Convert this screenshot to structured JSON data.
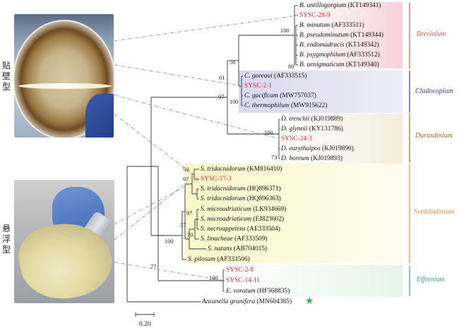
{
  "colors": {
    "breviolum": "#e2545a",
    "cladocopium": "#3f3aa0",
    "durusdinium": "#9c6a14",
    "symbiodinium": "#ec8d4a",
    "effrenium": "#37a387",
    "isolate": "#d6262f",
    "branch": "#333333",
    "star": "#3cb043"
  },
  "photo_labels": {
    "top": "贴壁型",
    "bottom": "悬浮型"
  },
  "taxa": [
    {
      "name": "B. antillogorgium",
      "acc": "(KT149341)",
      "isolate": false
    },
    {
      "name": "SYSC-28-9",
      "acc": "",
      "isolate": true
    },
    {
      "name": "B. minutum",
      "acc": "(AF333511)",
      "isolate": false
    },
    {
      "name": "B. pseudominutum",
      "acc": "(KT149344)",
      "isolate": false
    },
    {
      "name": "B. endomadracis",
      "acc": "(KT149342)",
      "isolate": false
    },
    {
      "name": "B. psygmophilum",
      "acc": "(AF333512)",
      "isolate": false
    },
    {
      "name": "B. aenigmaticum",
      "acc": "(KT149340)",
      "isolate": false
    },
    {
      "name": "C. goreaui",
      "acc": "(AF333515)",
      "isolate": false
    },
    {
      "name": "SYSC-2-1",
      "acc": "",
      "isolate": true
    },
    {
      "name": "C. gaciflcum",
      "acc": "(MW757037)",
      "isolate": false
    },
    {
      "name": "C. thermophilum",
      "acc": "(MW915622)",
      "isolate": false
    },
    {
      "name": "D. trenchii",
      "acc": "(KJ019889)",
      "isolate": false
    },
    {
      "name": "D. glynnii",
      "acc": "(KY131786)",
      "isolate": false
    },
    {
      "name": "SYSC-24-3",
      "acc": "",
      "isolate": true
    },
    {
      "name": "D. eurythalpos",
      "acc": "(KJ019890)",
      "isolate": false
    },
    {
      "name": "D. boreum",
      "acc": "(KJ019893)",
      "isolate": false
    },
    {
      "name": "S. tridacnidorum",
      "acc": "(KM816410)",
      "isolate": false
    },
    {
      "name": "SYSC-17-3",
      "acc": "",
      "isolate": true
    },
    {
      "name": "S. tridacnidorum",
      "acc": "(HQ896371)",
      "isolate": false
    },
    {
      "name": "S. tridacnidorum",
      "acc": "(HQ896363)",
      "isolate": false
    },
    {
      "name": "S. microadriaticum",
      "acc": "(LK934669)",
      "isolate": false
    },
    {
      "name": "S. microadriaticum",
      "acc": "(EJ823602)",
      "isolate": false
    },
    {
      "name": "S. necroappetens",
      "acc": "(AE333504)",
      "isolate": false
    },
    {
      "name": "S. linucheae",
      "acc": "(AF333509)",
      "isolate": false
    },
    {
      "name": "S. natans",
      "acc": "(AB704015)",
      "isolate": false
    },
    {
      "name": "S. pilosum",
      "acc": "(AF333506)",
      "isolate": false
    },
    {
      "name": "SYSC-2-8",
      "acc": "",
      "isolate": true
    },
    {
      "name": "SYSC-14-11",
      "acc": "",
      "isolate": true
    },
    {
      "name": "E. voratum",
      "acc": "(HF568835)",
      "isolate": false
    },
    {
      "name": "Ansanella granifera",
      "acc": "(MN604385)",
      "isolate": false
    }
  ],
  "genera": [
    {
      "key": "breviolum",
      "label": "Breviolum"
    },
    {
      "key": "cladocopium",
      "label": "Cladocopium"
    },
    {
      "key": "durusdinium",
      "label": "Durusdinium"
    },
    {
      "key": "symbiodinium",
      "label": "Symbiodinium"
    },
    {
      "key": "effrenium",
      "label": "Effrenium"
    }
  ],
  "bootstrap": [
    "100",
    "80",
    "56",
    "61",
    "100",
    "97",
    "100",
    "73",
    "50",
    "97",
    "97",
    "57",
    "70",
    "100",
    "77",
    "100"
  ],
  "scale_bar": "0.20"
}
